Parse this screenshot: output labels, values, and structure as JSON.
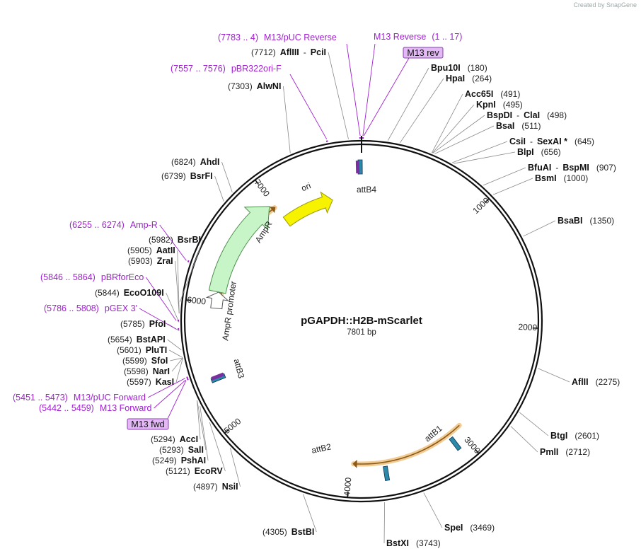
{
  "credit": "Created by SnapGene",
  "plasmid": {
    "name": "pGAPDH::H2B-mScarlet",
    "length_label": "7801 bp",
    "length": 7801
  },
  "ticks": [
    {
      "pos": 1000,
      "label": "1000"
    },
    {
      "pos": 2000,
      "label": "2000"
    },
    {
      "pos": 3000,
      "label": "3000"
    },
    {
      "pos": 4000,
      "label": "4000"
    },
    {
      "pos": 5000,
      "label": "5000"
    },
    {
      "pos": 6000,
      "label": "6000"
    },
    {
      "pos": 7000,
      "label": "7000"
    }
  ],
  "features": [
    {
      "name": "ori",
      "start": 7000,
      "end": 7510,
      "direction": "cw",
      "color": "#f7f300",
      "stroke": "#9a9a00"
    },
    {
      "name": "AmpR",
      "start": 6100,
      "end": 6960,
      "direction": "cw",
      "color": "#c8f5c8",
      "stroke": "#4f8f4f"
    },
    {
      "name": "AmpR promoter",
      "start": 5960,
      "end": 6100,
      "direction": "cw",
      "color": "#ffffff",
      "stroke": "#555555"
    },
    {
      "name": "attB4",
      "pos": 7790,
      "color": "#2a8aa8"
    },
    {
      "name": "attB3",
      "pos": 5380,
      "color": "#2a8aa8"
    },
    {
      "name": "attB1",
      "pos": 3090,
      "color": "#2a8aa8"
    },
    {
      "name": "attB2",
      "pos": 3700,
      "color": "#2a8aa8"
    }
  ],
  "highlight_arcs": [
    {
      "start": 2965,
      "end": 3970,
      "color": "#e8a13a"
    },
    {
      "start": 6040,
      "end": 6990,
      "color": "#e8a13a"
    }
  ],
  "sites": [
    {
      "name": "AflIII",
      "name2": "PciI",
      "pos_text": "(7712)",
      "pos": 7712
    },
    {
      "name": "AlwNI",
      "pos_text": "(7303)",
      "pos": 7303
    },
    {
      "name": "AhdI",
      "pos_text": "(6824)",
      "pos": 6824
    },
    {
      "name": "BsrFI",
      "pos_text": "(6739)",
      "pos": 6739
    },
    {
      "name": "BsrBI",
      "pos_text": "(5982)",
      "pos": 5982
    },
    {
      "name": "AatII",
      "pos_text": "(5905)",
      "pos": 5905
    },
    {
      "name": "ZraI",
      "pos_text": "(5903)",
      "pos": 5903
    },
    {
      "name": "EcoO109I",
      "pos_text": "(5844)",
      "pos": 5844
    },
    {
      "name": "PfoI",
      "pos_text": "(5785)",
      "pos": 5785
    },
    {
      "name": "BstAPI",
      "pos_text": "(5654)",
      "pos": 5654
    },
    {
      "name": "PluTI",
      "pos_text": "(5601)",
      "pos": 5601
    },
    {
      "name": "SfoI",
      "pos_text": "(5599)",
      "pos": 5599
    },
    {
      "name": "NarI",
      "pos_text": "(5598)",
      "pos": 5598
    },
    {
      "name": "KasI",
      "pos_text": "(5597)",
      "pos": 5597
    },
    {
      "name": "AccI",
      "pos_text": "(5294)",
      "pos": 5294
    },
    {
      "name": "SalI",
      "pos_text": "(5293)",
      "pos": 5293
    },
    {
      "name": "PshAI",
      "pos_text": "(5249)",
      "pos": 5249
    },
    {
      "name": "EcoRV",
      "pos_text": "(5121)",
      "pos": 5121
    },
    {
      "name": "NsiI",
      "pos_text": "(4897)",
      "pos": 4897
    },
    {
      "name": "BstBI",
      "pos_text": "(4305)",
      "pos": 4305
    },
    {
      "name": "BstXI",
      "pos_text": "(3743)",
      "pos": 3743
    },
    {
      "name": "SpeI",
      "pos_text": "(3469)",
      "pos": 3469
    },
    {
      "name": "PmlI",
      "pos_text": "(2712)",
      "pos": 2712
    },
    {
      "name": "BtgI",
      "pos_text": "(2601)",
      "pos": 2601
    },
    {
      "name": "AflII",
      "pos_text": "(2275)",
      "pos": 2275
    },
    {
      "name": "BsaBI",
      "pos_text": "(1350)",
      "pos": 1350
    },
    {
      "name": "BsmI",
      "pos_text": "(1000)",
      "pos": 1000
    },
    {
      "name": "BfuAI",
      "name2": "BspMI",
      "pos_text": "(907)",
      "pos": 907
    },
    {
      "name": "BlpI",
      "pos_text": "(656)",
      "pos": 656
    },
    {
      "name": "CsiI",
      "name2": "SexAI *",
      "pos_text": "(645)",
      "pos": 645
    },
    {
      "name": "BsaI",
      "pos_text": "(511)",
      "pos": 511
    },
    {
      "name": "BspDI",
      "name2": "ClaI",
      "pos_text": "(498)",
      "pos": 498
    },
    {
      "name": "KpnI",
      "pos_text": "(495)",
      "pos": 495
    },
    {
      "name": "Acc65I",
      "pos_text": "(491)",
      "pos": 491
    },
    {
      "name": "HpaI",
      "pos_text": "(264)",
      "pos": 264
    },
    {
      "name": "Bpu10I",
      "pos_text": "(180)",
      "pos": 180
    }
  ],
  "primers": [
    {
      "name": "M13/pUC Reverse",
      "range": "(7783 .. 4)",
      "pos": 7792
    },
    {
      "name": "M13 Reverse",
      "range": "(1 .. 17)",
      "pos": 9
    },
    {
      "name": "pBR322ori-F",
      "range": "(7557 .. 7576)",
      "pos": 7566
    },
    {
      "name": "Amp-R",
      "range": "(6255 .. 6274)",
      "pos": 6264
    },
    {
      "name": "pBRforEco",
      "range": "(5846 .. 5864)",
      "pos": 5855
    },
    {
      "name": "pGEX 3'",
      "range": "(5786 .. 5808)",
      "pos": 5797
    },
    {
      "name": "M13/pUC Forward",
      "range": "(5451 .. 5473)",
      "pos": 5462
    },
    {
      "name": "M13 Forward",
      "range": "(5442 .. 5459)",
      "pos": 5450
    }
  ],
  "boxed_labels": [
    {
      "text": "M13 rev",
      "fill": "#e2b8f5",
      "stroke": "#8a3fb0"
    },
    {
      "text": "M13 fwd",
      "fill": "#e2b8f5",
      "stroke": "#8a3fb0"
    }
  ]
}
